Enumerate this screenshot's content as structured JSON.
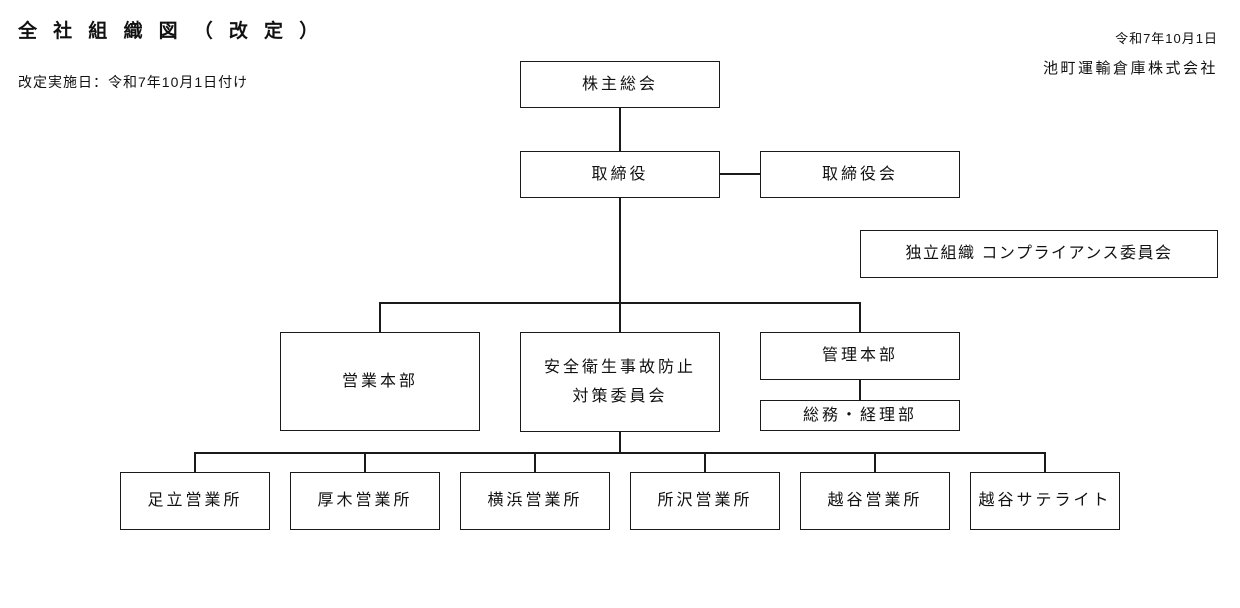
{
  "header": {
    "title": "全社組織図（改定）",
    "revision_note": "改定実施日：令和7年10月1日付け",
    "date": "令和7年10月1日",
    "company": "池町運輸倉庫株式会社"
  },
  "chart": {
    "type": "org-chart",
    "nodes": {
      "shareholders_meeting": "株主総会",
      "directors": "取締役",
      "board_of_directors": "取締役会",
      "compliance_committee": "独立組織 コンプライアンス委員会",
      "sales_division": "営業本部",
      "safety_committee_lines": [
        "安全衛生事故防止",
        "対策委員会"
      ],
      "admin_division": "管理本部",
      "general_affairs_accounting": "総務・経理部",
      "offices": [
        "足立営業所",
        "厚木営業所",
        "横浜営業所",
        "所沢営業所",
        "越谷営業所",
        "越谷サテライト"
      ]
    }
  },
  "colors": {
    "background": "#ffffff",
    "line": "#1a1a1a",
    "text": "#111111"
  }
}
